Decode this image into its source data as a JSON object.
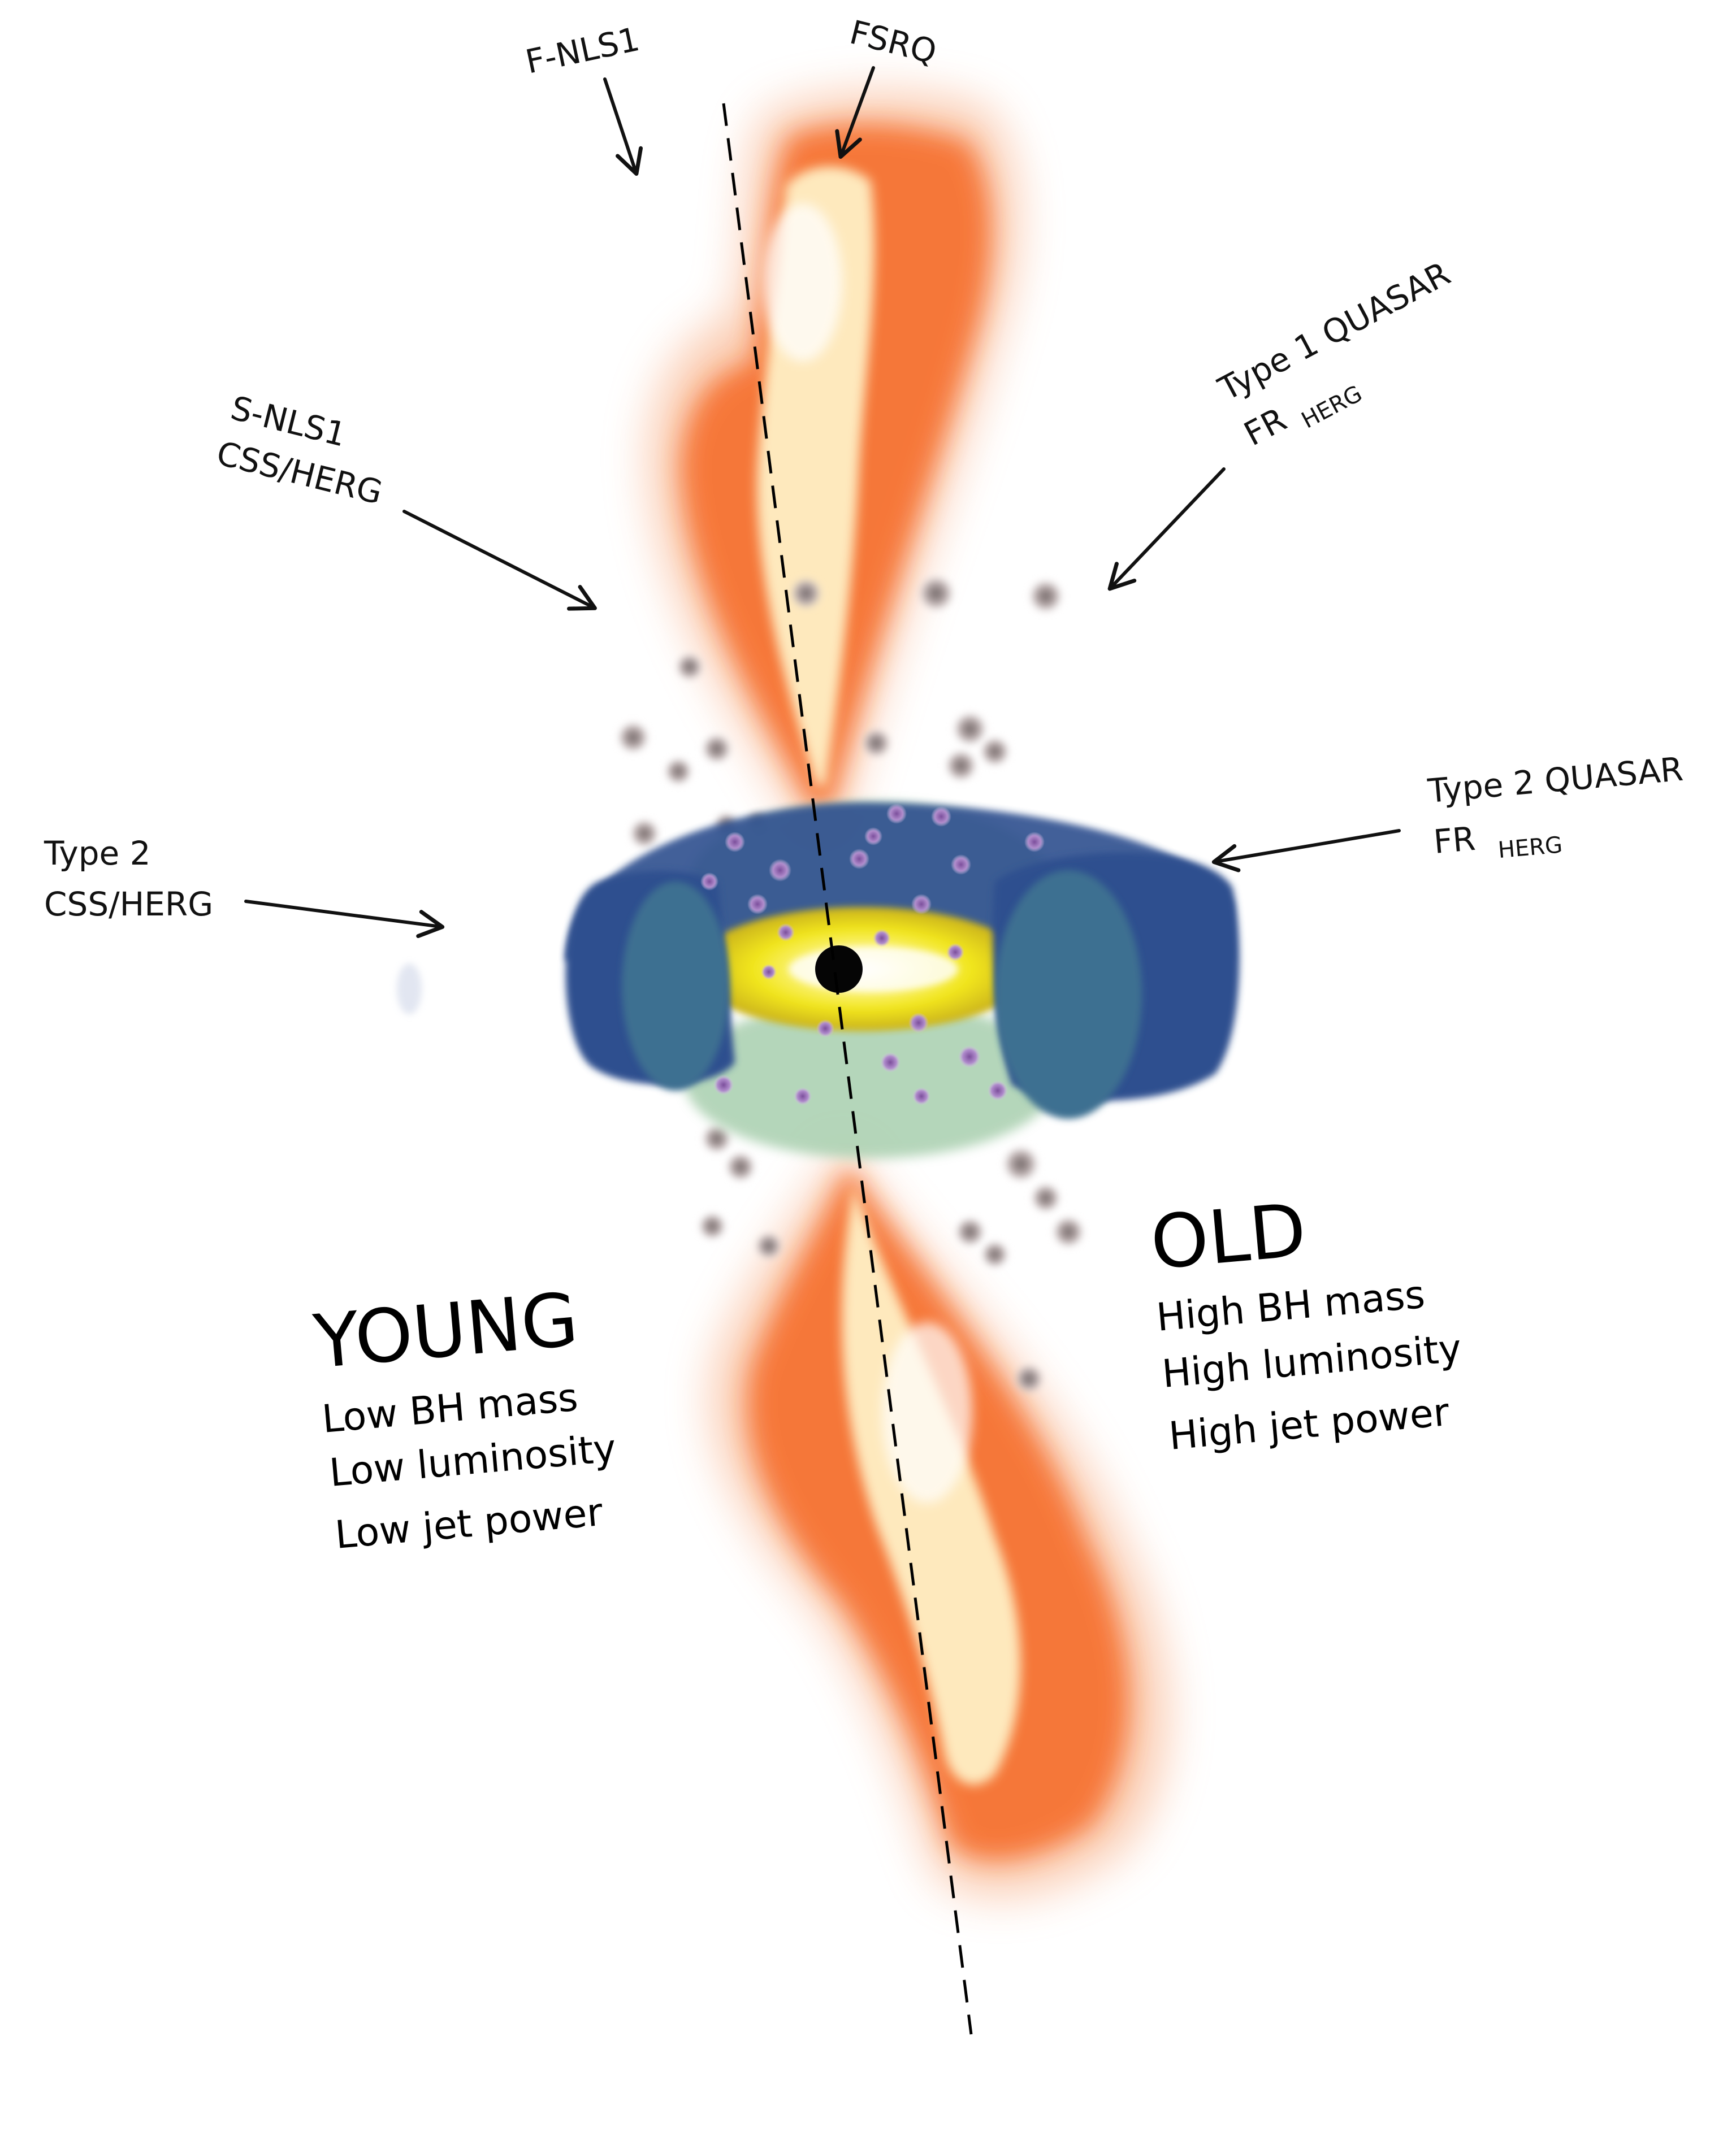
{
  "labels": {
    "f_nls1": "F-NLS1",
    "fsrq": "FSRQ",
    "type1_quasar": "Type 1  QUASAR",
    "type1_fr": "FR",
    "type1_fr_sub": "HERG",
    "snls1": "S-NLS1",
    "snls1_css": "CSS/HERG",
    "type2_left": "Type 2",
    "type2_left_css": "CSS/HERG",
    "type2_quasar": "Type 2 QUASAR",
    "type2_fr": "FR",
    "type2_fr_sub": "HERG"
  },
  "young": {
    "title": "YOUNG",
    "line1": "Low BH mass",
    "line2": "Low luminosity",
    "line3": "Low jet power"
  },
  "old": {
    "title": "OLD",
    "line1": "High BH mass",
    "line2": "High luminosity",
    "line3": "High jet power"
  },
  "colors": {
    "jet_outer": "#f7a070",
    "jet_mid": "#f5631e",
    "jet_core": "#fff6cc",
    "torus": "#2d4f8f",
    "torus_inner": "#3c7091",
    "disk": "#f1e51a",
    "cloud_green": "#a8cfae",
    "blr_cloud": "#9a73b8",
    "nlr_cloud": "#a89a9a"
  }
}
